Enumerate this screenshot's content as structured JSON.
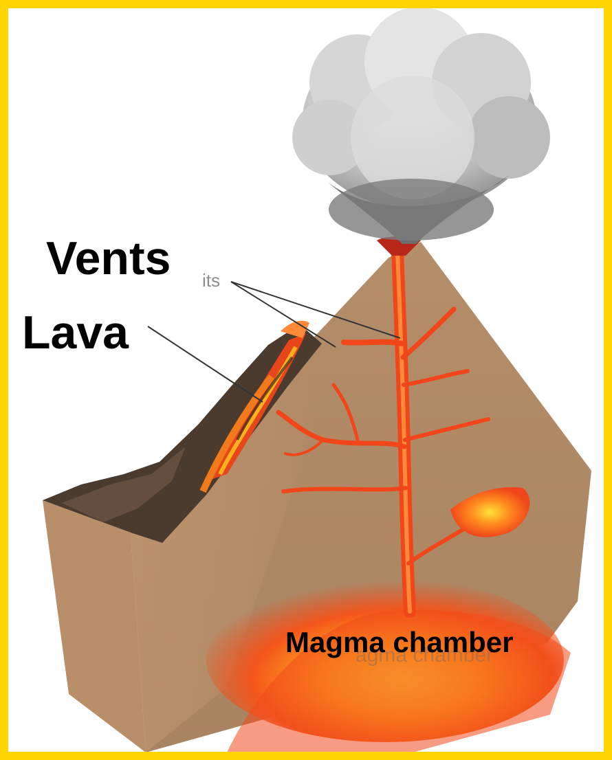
{
  "labels": {
    "vents": "Vents",
    "lava": "Lava",
    "magma_chamber": "Magma chamber"
  },
  "faint_text": {
    "vents_fragment": "its",
    "magma_fragment": "agma chamber"
  },
  "colors": {
    "frame_border": "#ffd400",
    "rock": "#b7906a",
    "rock_dark": "#8f6a4a",
    "magma": "#f04a1c",
    "magma_glow": "#ffd23a",
    "lava_flow": "#e8451a",
    "ash_cloud": "#d8d8d8",
    "leader_line": "#333333"
  },
  "icons": [
    "volcano-cross-section",
    "ash-cloud",
    "lava-flow",
    "magma-chamber"
  ]
}
